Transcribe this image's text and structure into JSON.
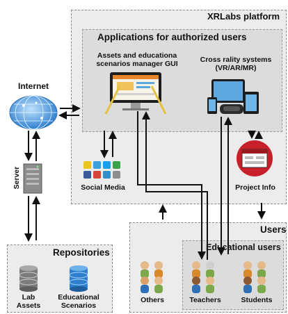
{
  "platform": {
    "title": "XRLabs platform"
  },
  "apps": {
    "title": "Applications for authorized users",
    "gui_label_1": "Assets and educationa",
    "gui_label_2": "scenarios manager GUI",
    "xr_label_1": "Cross rality systems",
    "xr_label_2": "(VR/AR/MR)"
  },
  "internet": {
    "label": "Internet"
  },
  "server": {
    "label": "Server"
  },
  "social": {
    "label": "Social Media"
  },
  "project": {
    "label": "Project Info"
  },
  "repositories": {
    "title": "Repositories",
    "lab_1": "Lab",
    "lab_2": "Assets",
    "edu_1": "Educational",
    "edu_2": "Scenarios"
  },
  "users": {
    "title": "Users",
    "edu_title": "Educational users",
    "others": "Others",
    "teachers": "Teachers",
    "students": "Students"
  },
  "colors": {
    "platform_bg": "#ececec",
    "apps_bg": "#dcdcdc",
    "globe": "#3d8fd6",
    "red": "#c8202a"
  }
}
